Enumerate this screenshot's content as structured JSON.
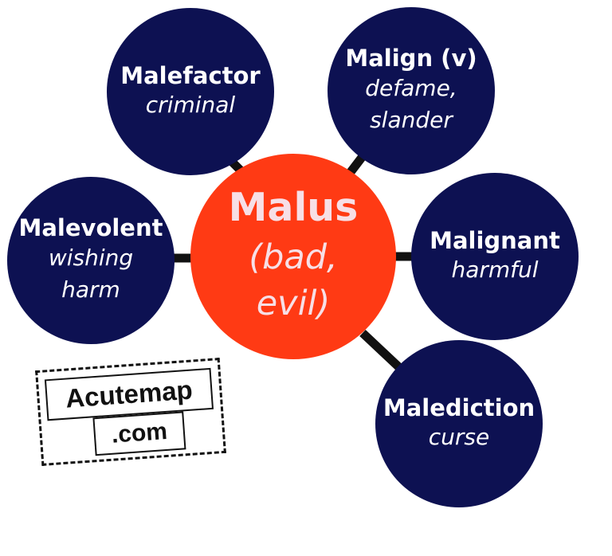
{
  "colors": {
    "navy": "#0d1152",
    "orange": "#ff3a14",
    "center_text": "#f7dfe6",
    "connector": "#111111"
  },
  "diagram": {
    "center": {
      "title": "Malus",
      "subtitle": "(bad,\nevil)"
    },
    "nodes": [
      {
        "id": "malefactor",
        "title": "Malefactor",
        "subtitle": "criminal"
      },
      {
        "id": "malign",
        "title": "Malign (v)",
        "subtitle": "defame,\nslander"
      },
      {
        "id": "malevolent",
        "title": "Malevolent",
        "subtitle": "wishing\nharm"
      },
      {
        "id": "malignant",
        "title": "Malignant",
        "subtitle": "harmful"
      },
      {
        "id": "malediction",
        "title": "Malediction",
        "subtitle": "curse"
      }
    ]
  },
  "watermark": {
    "line1": "Acutemap",
    "line2": ".com"
  }
}
